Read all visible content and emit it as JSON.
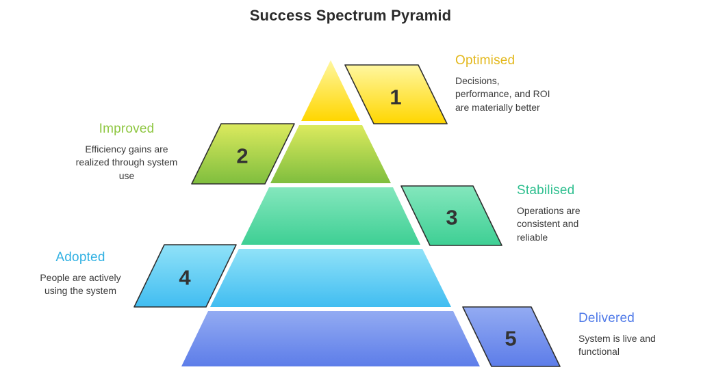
{
  "title": "Success Spectrum Pyramid",
  "levels": [
    {
      "number": "1",
      "name": "Optimised",
      "description": "Decisions, performance, and ROI are materially better",
      "label_color": "#e3b81c",
      "color_top": "#fff7a0",
      "color_bottom": "#ffd600",
      "label_side": "right"
    },
    {
      "number": "2",
      "name": "Improved",
      "description": "Efficiency gains are realized through system use",
      "label_color": "#8dc63f",
      "color_top": "#dcea5e",
      "color_bottom": "#7fbe3e",
      "label_side": "left"
    },
    {
      "number": "3",
      "name": "Stabilised",
      "description": "Operations are consistent and reliable",
      "label_color": "#2fbf8f",
      "color_top": "#84e7bd",
      "color_bottom": "#3ecf94",
      "label_side": "right"
    },
    {
      "number": "4",
      "name": "Adopted",
      "description": "People are actively using the system",
      "label_color": "#2fb0e2",
      "color_top": "#90e2f8",
      "color_bottom": "#41bdf1",
      "label_side": "left"
    },
    {
      "number": "5",
      "name": "Delivered",
      "description": "System is live and functional",
      "label_color": "#4e79e8",
      "color_top": "#93abf2",
      "color_bottom": "#5d7de9",
      "label_side": "right"
    }
  ]
}
